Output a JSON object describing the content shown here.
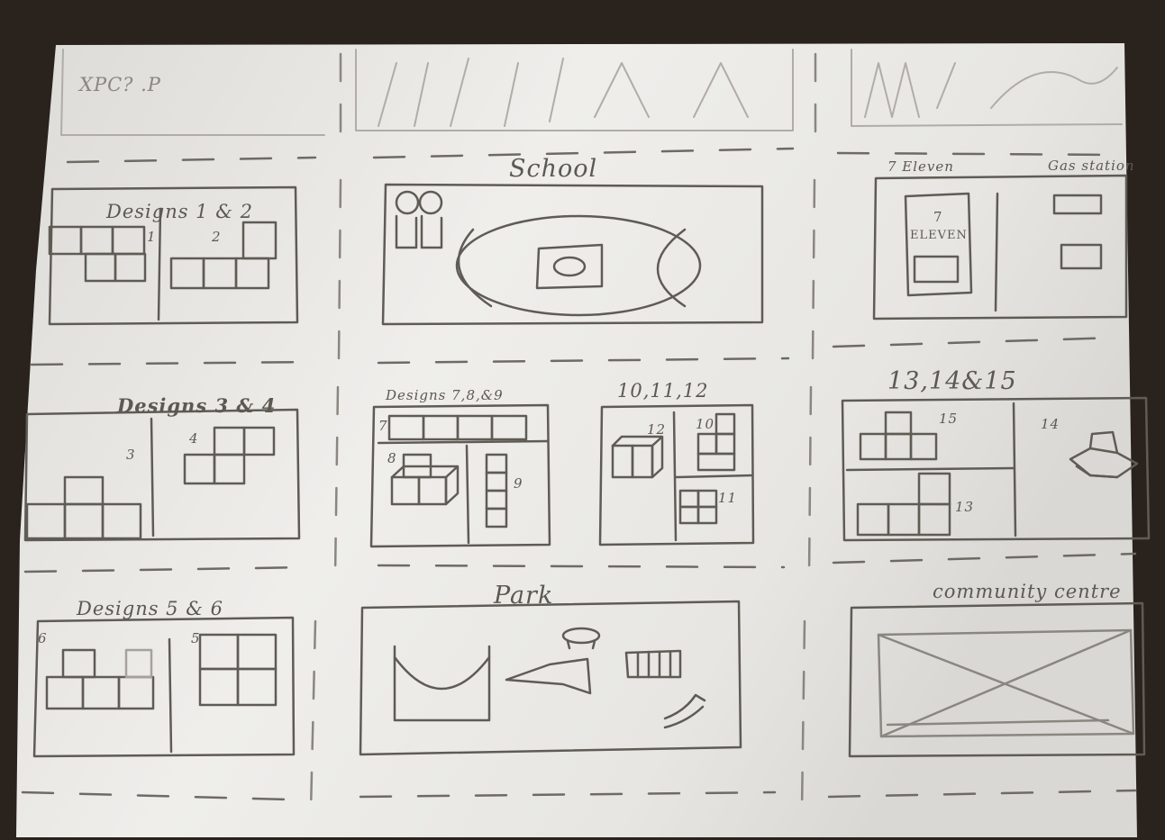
{
  "photo": {
    "colors": {
      "background": "#2a221d",
      "paper": "#ecebe8",
      "pencil": "#5f5b55",
      "faint_pencil": "#a5a29d"
    },
    "top_left_scribble": "XPC? .P",
    "labels": {
      "school": "School",
      "seven_eleven": "7 Eleven",
      "gas_station": "Gas station",
      "seven_eleven_sign_number": "7",
      "seven_eleven_sign_word": "ELEVEN",
      "designs_1_2": "Designs 1 & 2",
      "designs_3_4": "Designs 3 & 4",
      "designs_7_8_9": "Designs 7,8,&9",
      "designs_10_11_12": "10,11,12",
      "designs_13_14_15": "13,14&15",
      "designs_5_6": "Designs 5 & 6",
      "park": "Park",
      "community_centre": "community centre"
    },
    "numbers": {
      "n1": "1",
      "n2": "2",
      "n3": "3",
      "n4": "4",
      "n5": "5",
      "n6": "6",
      "n7": "7",
      "n8": "8",
      "n9": "9",
      "n10": "10",
      "n11": "11",
      "n12": "12",
      "n13": "13",
      "n14": "14",
      "n15": "15"
    }
  }
}
